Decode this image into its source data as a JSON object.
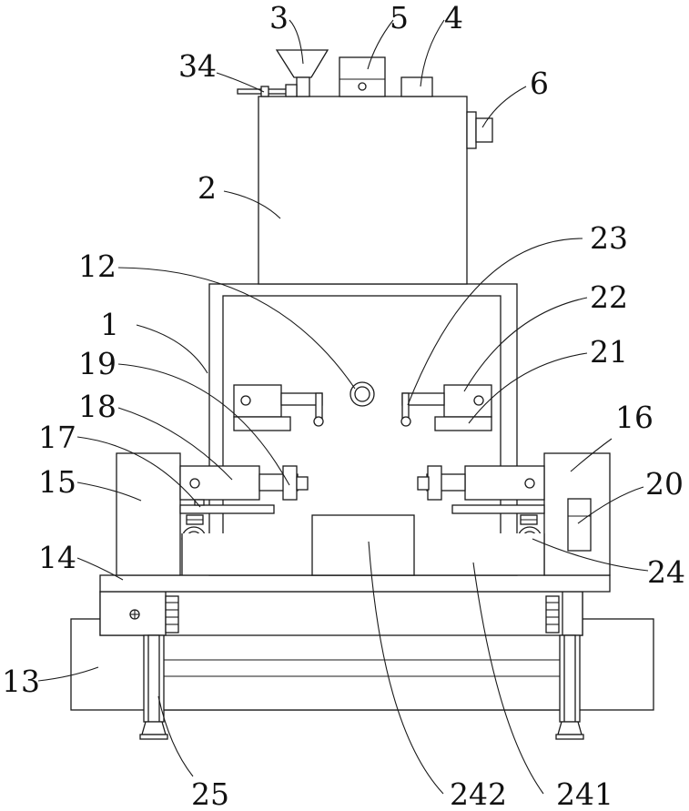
{
  "labels": {
    "l1": "1",
    "l2": "2",
    "l3": "3",
    "l4": "4",
    "l5": "5",
    "l6": "6",
    "l12": "12",
    "l13": "13",
    "l14": "14",
    "l15": "15",
    "l16": "16",
    "l17": "17",
    "l18": "18",
    "l19": "19",
    "l20": "20",
    "l21": "21",
    "l22": "22",
    "l23": "23",
    "l24": "24",
    "l25": "25",
    "l34": "34",
    "l241": "241",
    "l242": "242"
  }
}
